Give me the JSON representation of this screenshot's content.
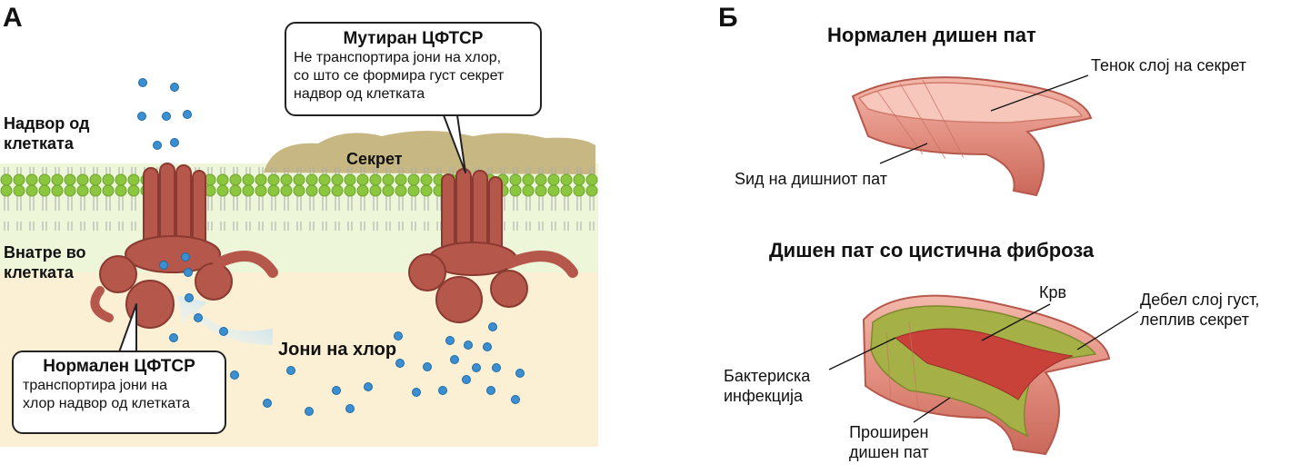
{
  "panelA": {
    "letter": "А",
    "outside_label_1": "Надвор од",
    "outside_label_2": "клетката",
    "inside_label_1": "Внатре во",
    "inside_label_2": "клетката",
    "secretion_label": "Секрет",
    "chloride_label": "Јони на хлор",
    "mutant_box": {
      "title": "Мутиран ЦФТСР",
      "line1": "Не транспортира јони на хлор,",
      "line2": "со што се формира густ секрет",
      "line3": "надвор од клетката"
    },
    "normal_box": {
      "title": "Нормален ЦФТСР",
      "line1": "транспортира јони на",
      "line2": "хлор надвор од клетката"
    }
  },
  "panelB": {
    "letter": "Б",
    "normal_title": "Нормален дишен пат",
    "thin_mucus_label": "Тенок слој на секрет",
    "airway_wall_label": "Ѕид на дишниот пат",
    "cf_title": "Дишен пат со цистична фиброза",
    "blood_label": "Крв",
    "thick_mucus_1": "Дебел слој густ,",
    "thick_mucus_2": "леплив секрет",
    "bacterial_1": "Бактериска",
    "bacterial_2": "инфекција",
    "widened_1": "Проширен",
    "widened_2": "дишен пат"
  },
  "colors": {
    "membrane_green": "#8cc63f",
    "protein_brown": "#b5574a",
    "ion_blue": "#3b8fd0",
    "cytoplasm": "#fbf0d4",
    "mucus_olive": "#b8a873",
    "airway_pink": "#e9a396",
    "infection_green": "#a5b046"
  }
}
